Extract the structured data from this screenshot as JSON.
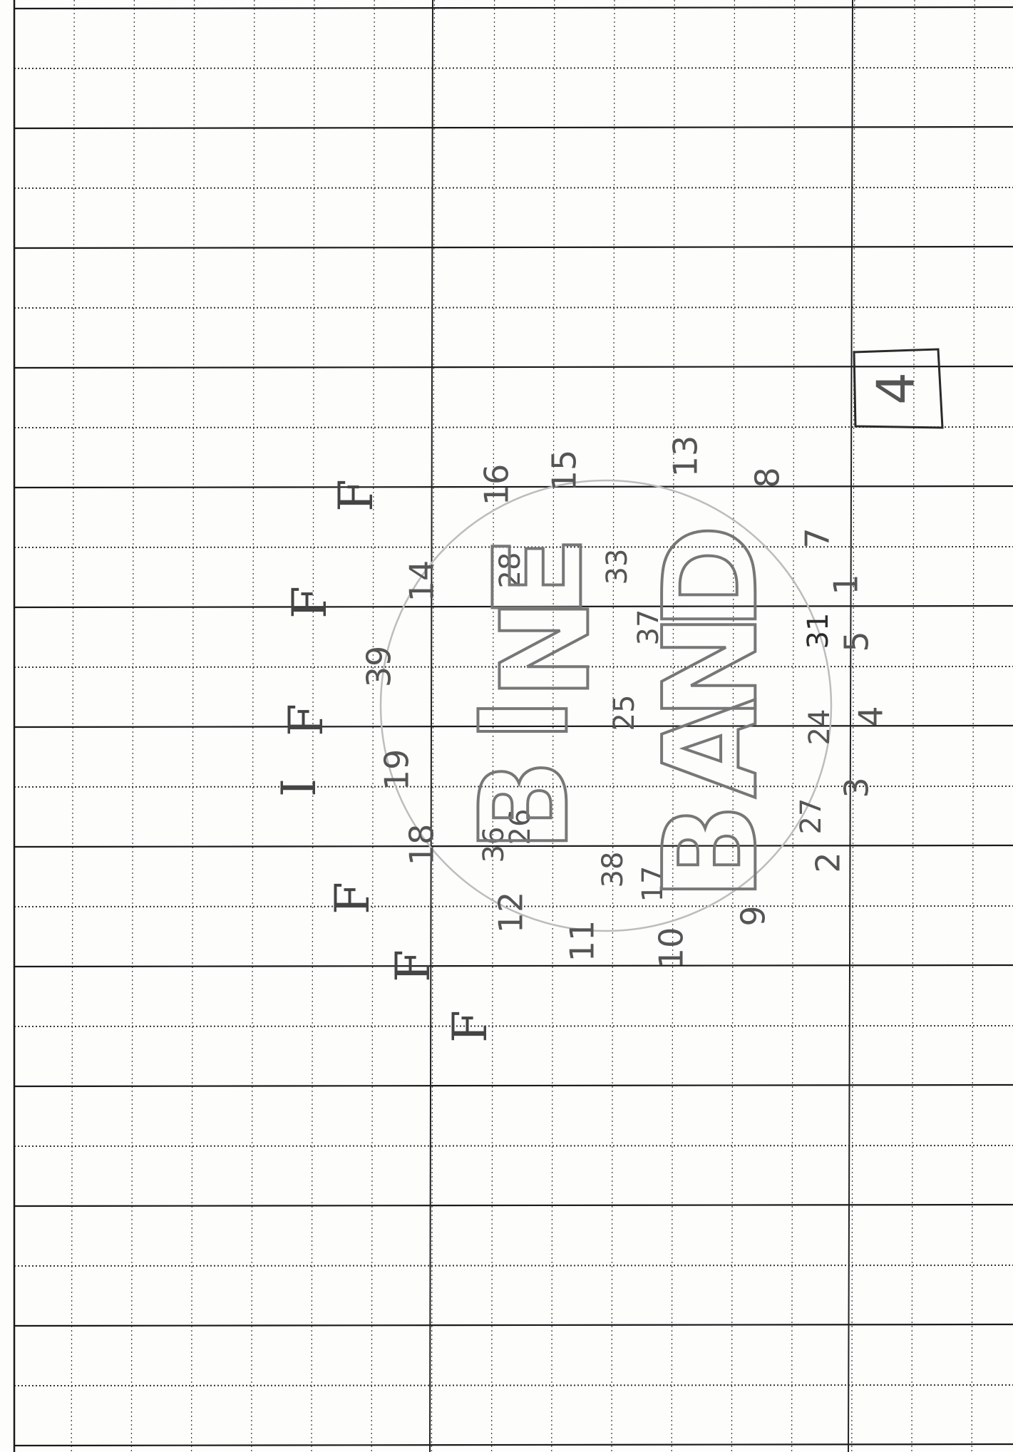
{
  "page_number": "4",
  "outer_numbers": [
    "16",
    "15",
    "13",
    "8",
    "7",
    "1",
    "5",
    "4",
    "3",
    "2",
    "9",
    "10",
    "11",
    "12",
    "18",
    "19",
    "39",
    "14"
  ],
  "inner_numbers": [
    "28",
    "33",
    "37",
    "31",
    "25",
    "24",
    "27",
    "36",
    "26",
    "38",
    "17"
  ],
  "word_top": [
    "B",
    "I",
    "N",
    "E"
  ],
  "word_bottom": [
    "B",
    "A",
    "N",
    "D"
  ],
  "f_marks": [
    "F",
    "F",
    "F",
    "I",
    "F",
    "F",
    "F"
  ],
  "colors": {
    "paper": "#fdfdfb",
    "major_line": "#1a1a1a",
    "dotted_line": "#333333",
    "pencil": "#666666"
  }
}
